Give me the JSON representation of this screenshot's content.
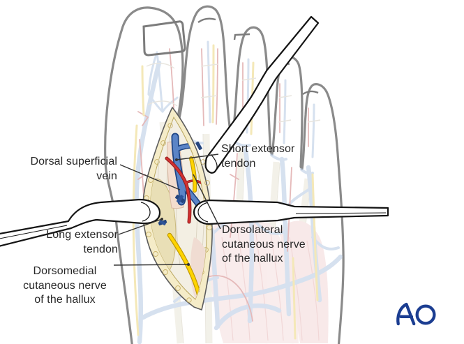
{
  "figure": {
    "type": "medical-illustration",
    "subject": "Dorsal approach to the hallux with retracted incision"
  },
  "labels": [
    {
      "id": "dorsal-superficial-vein",
      "text": "Dorsal superficial\nvein"
    },
    {
      "id": "short-extensor-tendon",
      "text": "Short extensor\ntendon"
    },
    {
      "id": "long-extensor-tendon",
      "text": "Long extensor\ntendon"
    },
    {
      "id": "dorsomedial-cutaneous-nerve",
      "text": "Dorsomedial\ncutaneous nerve\nof the hallux"
    },
    {
      "id": "dorsolateral-cutaneous-nerve",
      "text": "Dorsolateral\ncutaneous nerve\nof the hallux"
    }
  ],
  "logo": {
    "text": "AO",
    "color": "#1b3d91"
  },
  "colors": {
    "foot_outline": "#8a8a8a",
    "vein_blue": "#5b84c6",
    "vein_outline": "#1d4484",
    "artery_red": "#d23030",
    "nerve_yellow": "#ffd400",
    "fat_yellow": "#f5ecc8",
    "tendon_beige": "#e9dfb6",
    "retractor_outline": "#141414",
    "label_text": "#282828"
  }
}
